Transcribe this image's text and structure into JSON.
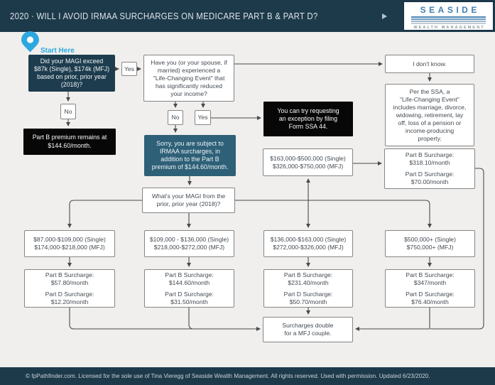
{
  "header": {
    "title": "2020 · WILL I AVOID IRMAA SURCHARGES ON MEDICARE PART B & PART D?",
    "logo_name": "SEASIDE",
    "logo_subtitle": "WEALTH MANAGEMENT"
  },
  "start": {
    "label": "Start Here"
  },
  "colors": {
    "header_navy": "#1d3a4b",
    "node_navy": "#1d3c4e",
    "node_teal": "#2e6078",
    "node_black": "#070707",
    "accent_blue": "#29a9e1",
    "logo_blue": "#3c80b4",
    "background": "#f0efed",
    "connector": "#4a4a4a"
  },
  "flow": {
    "q_magi": "Did your MAGI exceed\n$87k (Single), $174k (MFJ)\nbased on prior, prior year\n(2018)?",
    "yes_1": "Yes",
    "no_1": "No",
    "part_b_remains": "Part B premium remains at\n$144.60/month.",
    "q_life_event": "Have you (or your spouse, if\nmarried) experienced a\n\"Life-Changing Event\" that\nhas significantly reduced\nyour income?",
    "no_2": "No",
    "yes_2": "Yes",
    "sorry_irmaa": "Sorry, you are subject to\nIRMAA surcharges, in\naddition to the Part B\npremium of $144.60/month.",
    "ssa_exception": "You can try requesting\nan exception by filing\nForm SSA 44.",
    "i_dont_know": "I don't know.",
    "ssa_definition": "Per the SSA, a\n\"Life-Changing Event\"\nincludes marriage, divorce,\nwidowing, retirement, lay\noff, loss of a pension or\nincome-producing\nproperty.",
    "q_magi_amount": "What's your MAGI from the\nprior, prior year (2018)?",
    "top_tier": {
      "range": "$163,000-$500,000 (Single)\n$326,000-$750,000 (MFJ)",
      "part_b": "Part B Surcharge:\n$318.10/month",
      "part_d": "Part D Surcharge:\n$70.00/month"
    },
    "tiers": [
      {
        "range": "$87,000-$109,000 (Single)\n$174,000-$218,000 (MFJ)",
        "part_b": "Part B Surcharge:\n$57.80/month",
        "part_d": "Part D Surcharge:\n$12.20/month"
      },
      {
        "range": "$109,000 - $136,000 (Single)\n$218,000-$272,000 (MFJ)",
        "part_b": "Part B Surcharge:\n$144.60/month",
        "part_d": "Part D Surcharge:\n$31.50/month"
      },
      {
        "range": "$136,000-$163,000 (Single)\n$272,000-$326,000 (MFJ)",
        "part_b": "Part B Surcharge:\n$231.40/month",
        "part_d": "Part D Surcharge:\n$50.70/month"
      },
      {
        "range": "$500,000+ (Single)\n$750,000+ (MFJ)",
        "part_b": "Part B Surcharge:\n$347/month",
        "part_d": "Part D Surcharge:\n$76.40/month"
      }
    ],
    "mfj_note": "Surcharges double\nfor a MFJ couple."
  },
  "footer": {
    "text": "© fpPathfinder.com. Licensed for the sole use of Tina Vieregg of Seaside Wealth Management. All rights reserved. Used with permission. Updated 6/23/2020."
  }
}
